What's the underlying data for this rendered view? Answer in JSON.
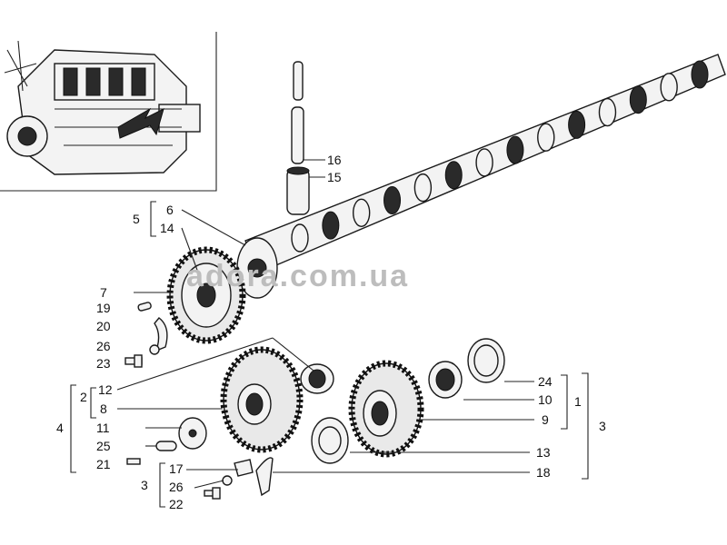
{
  "watermark": "adora.com.ua",
  "callouts": {
    "c1": "1",
    "c2": "2",
    "c3a": "3",
    "c3b": "3",
    "c4": "4",
    "c5": "5",
    "c6": "6",
    "c7": "7",
    "c8": "8",
    "c9": "9",
    "c10": "10",
    "c11": "11",
    "c12": "12",
    "c13": "13",
    "c14": "14",
    "c15": "15",
    "c16": "16",
    "c17": "17",
    "c18": "18",
    "c19": "19",
    "c20": "20",
    "c21": "21",
    "c22": "22",
    "c23": "23",
    "c24": "24",
    "c25": "25",
    "c26a": "26",
    "c26b": "26"
  },
  "icons": {
    "engine": "engine-overview-icon",
    "camshaft": "camshaft-icon",
    "gears": "gear-icon"
  }
}
